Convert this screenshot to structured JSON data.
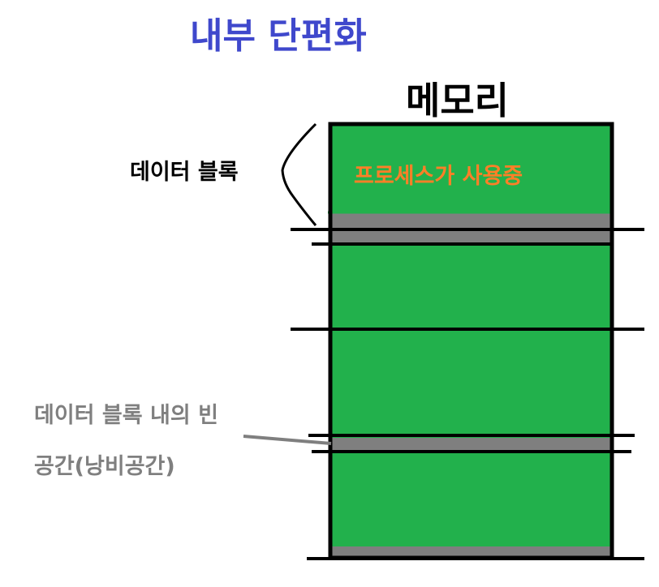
{
  "title": "내부 단편화",
  "memory_label": "메모리",
  "block_label": "데이터 블록",
  "process_label": "프로세스가 사용중",
  "waste_label": {
    "line1": "데이터 블록 내의 빈",
    "line2": "공간(낭비공간)"
  },
  "colors": {
    "title": "#3f48cc",
    "used": "#22b14c",
    "waste": "#7f7f7f",
    "process_text": "#ff7f27",
    "waste_text": "#7f7f7f",
    "outline": "#000000"
  }
}
